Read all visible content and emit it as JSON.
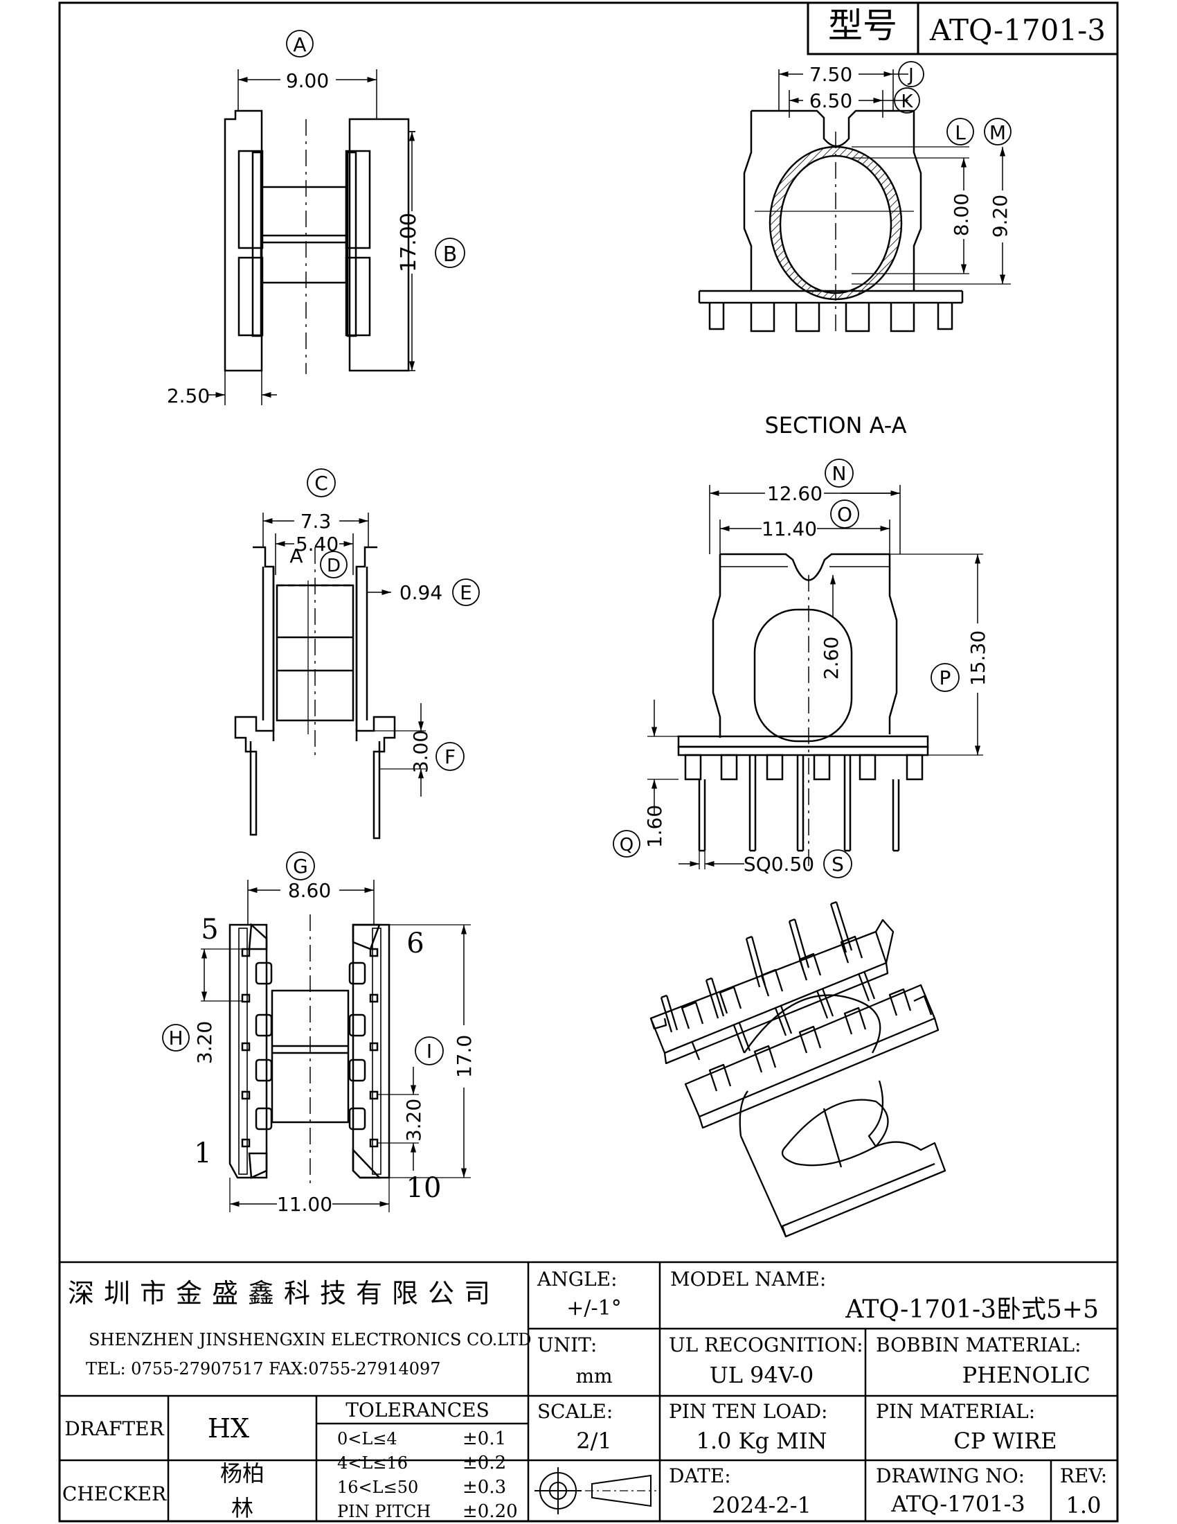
{
  "header": {
    "model_label": "型号",
    "model_value": "ATQ-1701-3"
  },
  "views": {
    "top": {
      "callout": "A",
      "dim_width": "9.00",
      "dim_height": "17.00",
      "callout_height": "B",
      "dim_flange": "2.50"
    },
    "section": {
      "dim_j": "7.50",
      "callout_j": "J",
      "dim_k": "6.50",
      "callout_k": "K",
      "callout_l": "L",
      "callout_m": "M",
      "dim_l": "8.00",
      "dim_m": "9.20",
      "title": "SECTION A-A"
    },
    "side": {
      "callout_c": "C",
      "dim_c": "7.3",
      "dim_d": "5.40",
      "callout_d": "D",
      "section_mark": "A",
      "dim_e": "0.94",
      "callout_e": "E",
      "dim_f": "3.00",
      "callout_f": "F"
    },
    "front": {
      "dim_n": "12.60",
      "callout_n": "N",
      "dim_o": "11.40",
      "callout_o": "O",
      "dim_slot": "2.60",
      "dim_p": "15.30",
      "callout_p": "P",
      "dim_q": "1.60",
      "callout_q": "Q",
      "dim_s": "SQ0.50",
      "callout_s": "S"
    },
    "bottom": {
      "callout_g": "G",
      "dim_g": "8.60",
      "pin_5": "5",
      "pin_6": "6",
      "pin_1": "1",
      "pin_10": "10",
      "callout_h": "H",
      "dim_h": "3.20",
      "callout_i": "I",
      "dim_i": "3.20",
      "dim_height": "17.0",
      "dim_width": "11.00"
    }
  },
  "title_block": {
    "company_cn": "深圳市金盛鑫科技有限公司",
    "company_en": "SHENZHEN  JINSHENGXIN ELECTRONICS   CO.LTD",
    "contact": "TEL: 0755-27907517   FAX:0755-27914097",
    "angle_label": "ANGLE:",
    "angle_value": "+/-1°",
    "model_name_label": "MODEL NAME:",
    "model_name_value": "ATQ-1701-3卧式5+5",
    "unit_label": "UNIT:",
    "unit_value": "mm",
    "ul_label": "UL RECOGNITION:",
    "ul_value": "UL 94V-0",
    "bobbin_label": "BOBBIN MATERIAL:",
    "bobbin_value": "PHENOLIC",
    "drafter_label": "DRAFTER",
    "drafter_value": "HX",
    "tolerances_label": "TOLERANCES",
    "tolerances": [
      {
        "range": "0<L≤4",
        "value": "±0.1"
      },
      {
        "range": "4<L≤16",
        "value": "±0.2"
      },
      {
        "range": "16<L≤50",
        "value": "±0.3"
      },
      {
        "range": "PIN PITCH",
        "value": "±0.20"
      }
    ],
    "scale_label": "SCALE:",
    "scale_value": "2/1",
    "pin_load_label": "PIN TEN LOAD:",
    "pin_load_value": "1.0 Kg MIN",
    "pin_material_label": "PIN MATERIAL:",
    "pin_material_value": "CP WIRE",
    "checker_label": "CHECKER",
    "checker_value_1": "杨柏",
    "checker_value_2": "林",
    "date_label": "DATE:",
    "date_value": "2024-2-1",
    "drawing_no_label": "DRAWING NO:",
    "drawing_no_value": "ATQ-1701-3",
    "rev_label": "REV:",
    "rev_value": "1.0"
  }
}
